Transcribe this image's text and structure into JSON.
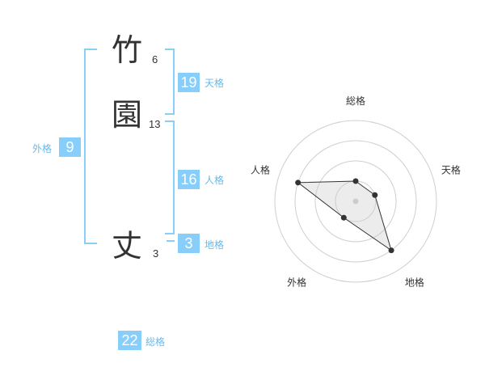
{
  "name_chars": [
    {
      "char": "竹",
      "strokes": "6"
    },
    {
      "char": "園",
      "strokes": "13"
    },
    {
      "char": "丈",
      "strokes": "3"
    }
  ],
  "kaku": {
    "tenkaku": {
      "value": "19",
      "label": "天格"
    },
    "jinkaku": {
      "value": "16",
      "label": "人格"
    },
    "chikaku": {
      "value": "3",
      "label": "地格"
    },
    "gaikaku": {
      "value": "9",
      "label": "外格"
    },
    "soukaku": {
      "value": "22",
      "label": "総格"
    }
  },
  "colors": {
    "accent": "#87cefa",
    "label_text": "#6ab8e8",
    "kanji_text": "#333333"
  },
  "chart_data": {
    "type": "radar",
    "axes": [
      "総格",
      "天格",
      "地格",
      "外格",
      "人格"
    ],
    "rings": 4,
    "values": [
      1.0,
      1.0,
      3.0,
      1.0,
      3.0
    ],
    "max": 4
  }
}
